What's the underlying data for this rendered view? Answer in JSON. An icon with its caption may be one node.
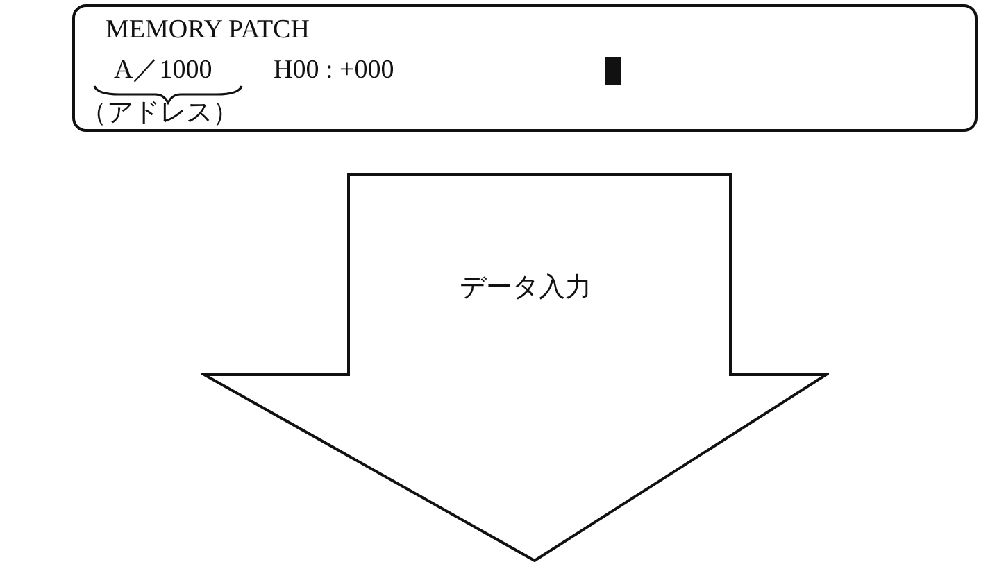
{
  "diagram": {
    "nodes": [
      {
        "text": [
          "MEMORY PATCH",
          "A／1000",
          "H00 : +000",
          "（アドレス）"
        ]
      },
      {
        "text": [
          "データ入力"
        ]
      }
    ]
  }
}
